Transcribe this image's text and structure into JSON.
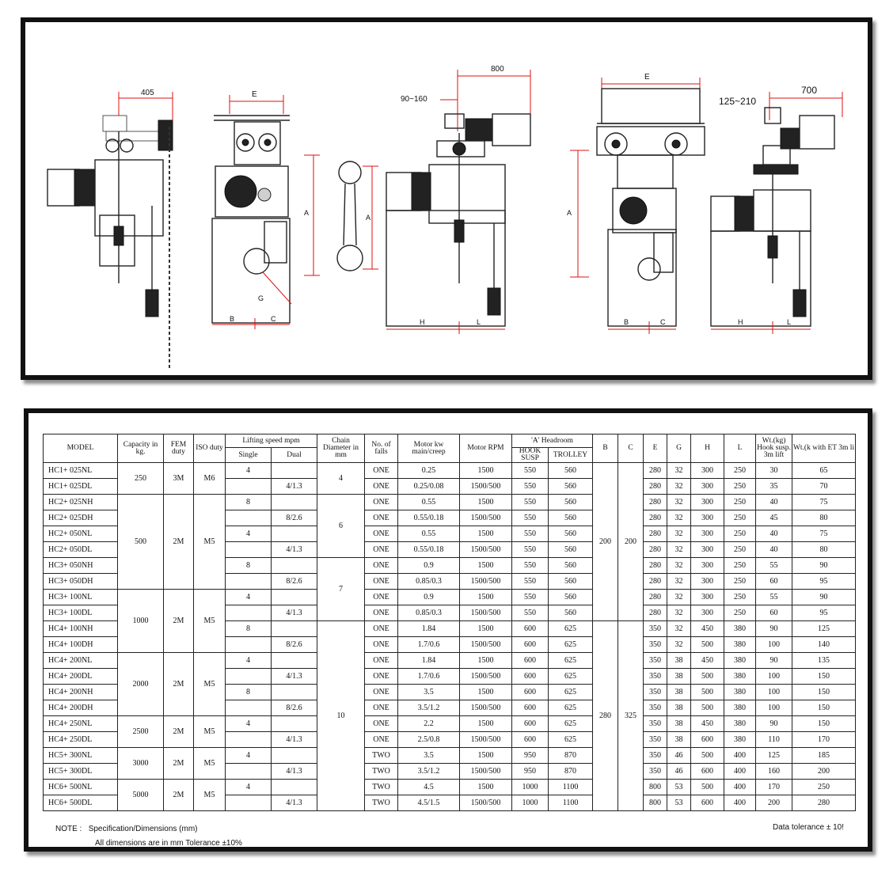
{
  "drawing": {
    "labels": {
      "d1_top": "405",
      "d2_top": "E",
      "d2_b": "B",
      "d2_c": "C",
      "d2_a": "A",
      "d2_g": "G",
      "hook_a": "A",
      "d3_top": "800",
      "d3_range": "90~160",
      "d3_h": "H",
      "d3_l": "L",
      "d4_top": "E",
      "d4_a": "A",
      "d4_b": "B",
      "d4_c": "C",
      "d5_range": "125~210",
      "d5_top": "700",
      "d5_h": "H",
      "d5_l": "L"
    }
  },
  "table": {
    "header": {
      "model": "MODEL",
      "capacity": "Capacity in kg.",
      "fem": "FEM duty",
      "iso": "ISO duty",
      "lifting": "Lifting speed mpm",
      "single": "Single",
      "dual": "Dual",
      "chain": "Chain Diameter in mm",
      "falls": "No. of falls",
      "motor_kw": "Motor kw main/creep",
      "motor_rpm": "Motor RPM",
      "headroom": "'A' Headroom",
      "hook_susp": "HOOK SUSP",
      "trolley": "TROLLEY",
      "b": "B",
      "c": "C",
      "e": "E",
      "g": "G",
      "h": "H",
      "l": "L",
      "wt_hook": "Wt.(kg) Hook susp. 3m lift",
      "wt_et": "Wt.(k with ET 3m li"
    },
    "rows": [
      {
        "model": "HC1+ 025NL",
        "single": "4",
        "dual": "",
        "falls": "ONE",
        "kw": "0.25",
        "rpm": "1500",
        "hook": "550",
        "trolley": "560",
        "e": "280",
        "g": "32",
        "h": "300",
        "l": "250",
        "wt1": "30",
        "wt2": "65"
      },
      {
        "model": "HC1+ 025DL",
        "single": "",
        "dual": "4/1.3",
        "falls": "ONE",
        "kw": "0.25/0.08",
        "rpm": "1500/500",
        "hook": "550",
        "trolley": "560",
        "e": "280",
        "g": "32",
        "h": "300",
        "l": "250",
        "wt1": "35",
        "wt2": "70"
      },
      {
        "model": "HC2+ 025NH",
        "single": "8",
        "dual": "",
        "falls": "ONE",
        "kw": "0.55",
        "rpm": "1500",
        "hook": "550",
        "trolley": "560",
        "e": "280",
        "g": "32",
        "h": "300",
        "l": "250",
        "wt1": "40",
        "wt2": "75"
      },
      {
        "model": "HC2+ 025DH",
        "single": "",
        "dual": "8/2.6",
        "falls": "ONE",
        "kw": "0.55/0.18",
        "rpm": "1500/500",
        "hook": "550",
        "trolley": "560",
        "e": "280",
        "g": "32",
        "h": "300",
        "l": "250",
        "wt1": "45",
        "wt2": "80"
      },
      {
        "model": "HC2+ 050NL",
        "single": "4",
        "dual": "",
        "falls": "ONE",
        "kw": "0.55",
        "rpm": "1500",
        "hook": "550",
        "trolley": "560",
        "e": "280",
        "g": "32",
        "h": "300",
        "l": "250",
        "wt1": "40",
        "wt2": "75"
      },
      {
        "model": "HC2+ 050DL",
        "single": "",
        "dual": "4/1.3",
        "falls": "ONE",
        "kw": "0.55/0.18",
        "rpm": "1500/500",
        "hook": "550",
        "trolley": "560",
        "e": "280",
        "g": "32",
        "h": "300",
        "l": "250",
        "wt1": "40",
        "wt2": "80"
      },
      {
        "model": "HC3+ 050NH",
        "single": "8",
        "dual": "",
        "falls": "ONE",
        "kw": "0.9",
        "rpm": "1500",
        "hook": "550",
        "trolley": "560",
        "e": "280",
        "g": "32",
        "h": "300",
        "l": "250",
        "wt1": "55",
        "wt2": "90"
      },
      {
        "model": "HC3+ 050DH",
        "single": "",
        "dual": "8/2.6",
        "falls": "ONE",
        "kw": "0.85/0.3",
        "rpm": "1500/500",
        "hook": "550",
        "trolley": "560",
        "e": "280",
        "g": "32",
        "h": "300",
        "l": "250",
        "wt1": "60",
        "wt2": "95"
      },
      {
        "model": "HC3+ 100NL",
        "single": "4",
        "dual": "",
        "falls": "ONE",
        "kw": "0.9",
        "rpm": "1500",
        "hook": "550",
        "trolley": "560",
        "e": "280",
        "g": "32",
        "h": "300",
        "l": "250",
        "wt1": "55",
        "wt2": "90"
      },
      {
        "model": "HC3+ 100DL",
        "single": "",
        "dual": "4/1.3",
        "falls": "ONE",
        "kw": "0.85/0.3",
        "rpm": "1500/500",
        "hook": "550",
        "trolley": "560",
        "e": "280",
        "g": "32",
        "h": "300",
        "l": "250",
        "wt1": "60",
        "wt2": "95"
      },
      {
        "model": "HC4+ 100NH",
        "single": "8",
        "dual": "",
        "falls": "ONE",
        "kw": "1.84",
        "rpm": "1500",
        "hook": "600",
        "trolley": "625",
        "e": "350",
        "g": "32",
        "h": "450",
        "l": "380",
        "wt1": "90",
        "wt2": "125"
      },
      {
        "model": "HC4+ 100DH",
        "single": "",
        "dual": "8/2.6",
        "falls": "ONE",
        "kw": "1.7/0.6",
        "rpm": "1500/500",
        "hook": "600",
        "trolley": "625",
        "e": "350",
        "g": "32",
        "h": "500",
        "l": "380",
        "wt1": "100",
        "wt2": "140"
      },
      {
        "model": "HC4+ 200NL",
        "single": "4",
        "dual": "",
        "falls": "ONE",
        "kw": "1.84",
        "rpm": "1500",
        "hook": "600",
        "trolley": "625",
        "e": "350",
        "g": "38",
        "h": "450",
        "l": "380",
        "wt1": "90",
        "wt2": "135"
      },
      {
        "model": "HC4+ 200DL",
        "single": "",
        "dual": "4/1.3",
        "falls": "ONE",
        "kw": "1.7/0.6",
        "rpm": "1500/500",
        "hook": "600",
        "trolley": "625",
        "e": "350",
        "g": "38",
        "h": "500",
        "l": "380",
        "wt1": "100",
        "wt2": "150"
      },
      {
        "model": "HC4+ 200NH",
        "single": "8",
        "dual": "",
        "falls": "ONE",
        "kw": "3.5",
        "rpm": "1500",
        "hook": "600",
        "trolley": "625",
        "e": "350",
        "g": "38",
        "h": "500",
        "l": "380",
        "wt1": "100",
        "wt2": "150"
      },
      {
        "model": "HC4+ 200DH",
        "single": "",
        "dual": "8/2.6",
        "falls": "ONE",
        "kw": "3.5/1.2",
        "rpm": "1500/500",
        "hook": "600",
        "trolley": "625",
        "e": "350",
        "g": "38",
        "h": "500",
        "l": "380",
        "wt1": "100",
        "wt2": "150"
      },
      {
        "model": "HC4+ 250NL",
        "single": "4",
        "dual": "",
        "falls": "ONE",
        "kw": "2.2",
        "rpm": "1500",
        "hook": "600",
        "trolley": "625",
        "e": "350",
        "g": "38",
        "h": "450",
        "l": "380",
        "wt1": "90",
        "wt2": "150"
      },
      {
        "model": "HC4+ 250DL",
        "single": "",
        "dual": "4/1.3",
        "falls": "ONE",
        "kw": "2.5/0.8",
        "rpm": "1500/500",
        "hook": "600",
        "trolley": "625",
        "e": "350",
        "g": "38",
        "h": "600",
        "l": "380",
        "wt1": "110",
        "wt2": "170"
      },
      {
        "model": "HC5+ 300NL",
        "single": "4",
        "dual": "",
        "falls": "TWO",
        "kw": "3.5",
        "rpm": "1500",
        "hook": "950",
        "trolley": "870",
        "e": "350",
        "g": "46",
        "h": "500",
        "l": "400",
        "wt1": "125",
        "wt2": "185"
      },
      {
        "model": "HC5+ 300DL",
        "single": "",
        "dual": "4/1.3",
        "falls": "TWO",
        "kw": "3.5/1.2",
        "rpm": "1500/500",
        "hook": "950",
        "trolley": "870",
        "e": "350",
        "g": "46",
        "h": "600",
        "l": "400",
        "wt1": "160",
        "wt2": "200"
      },
      {
        "model": "HC6+ 500NL",
        "single": "4",
        "dual": "",
        "falls": "TWO",
        "kw": "4.5",
        "rpm": "1500",
        "hook": "1000",
        "trolley": "1100",
        "e": "800",
        "g": "53",
        "h": "500",
        "l": "400",
        "wt1": "170",
        "wt2": "250"
      },
      {
        "model": "HC6+ 500DL",
        "single": "",
        "dual": "4/1.3",
        "falls": "TWO",
        "kw": "4.5/1.5",
        "rpm": "1500/500",
        "hook": "1000",
        "trolley": "1100",
        "e": "800",
        "g": "53",
        "h": "600",
        "l": "400",
        "wt1": "200",
        "wt2": "280"
      }
    ],
    "groups": {
      "capacity": [
        "250",
        "500",
        "1000",
        "2000",
        "2500",
        "3000",
        "5000"
      ],
      "fem": [
        "3M",
        "2M",
        "2M",
        "2M",
        "2M",
        "2M",
        "2M"
      ],
      "iso": [
        "M6",
        "M5",
        "M5",
        "M5",
        "M5",
        "M5",
        "M5"
      ],
      "chain": [
        "4",
        "6",
        "7",
        "10"
      ],
      "b": [
        "200",
        "280"
      ],
      "c": [
        "200",
        "325"
      ]
    }
  },
  "note": {
    "label": "NOTE :",
    "line1": "Specification/Dimensions (mm)",
    "line2": "All dimensions are in mm Tolerance ±10%",
    "tolerance": "Data tolerance ± 10!"
  }
}
